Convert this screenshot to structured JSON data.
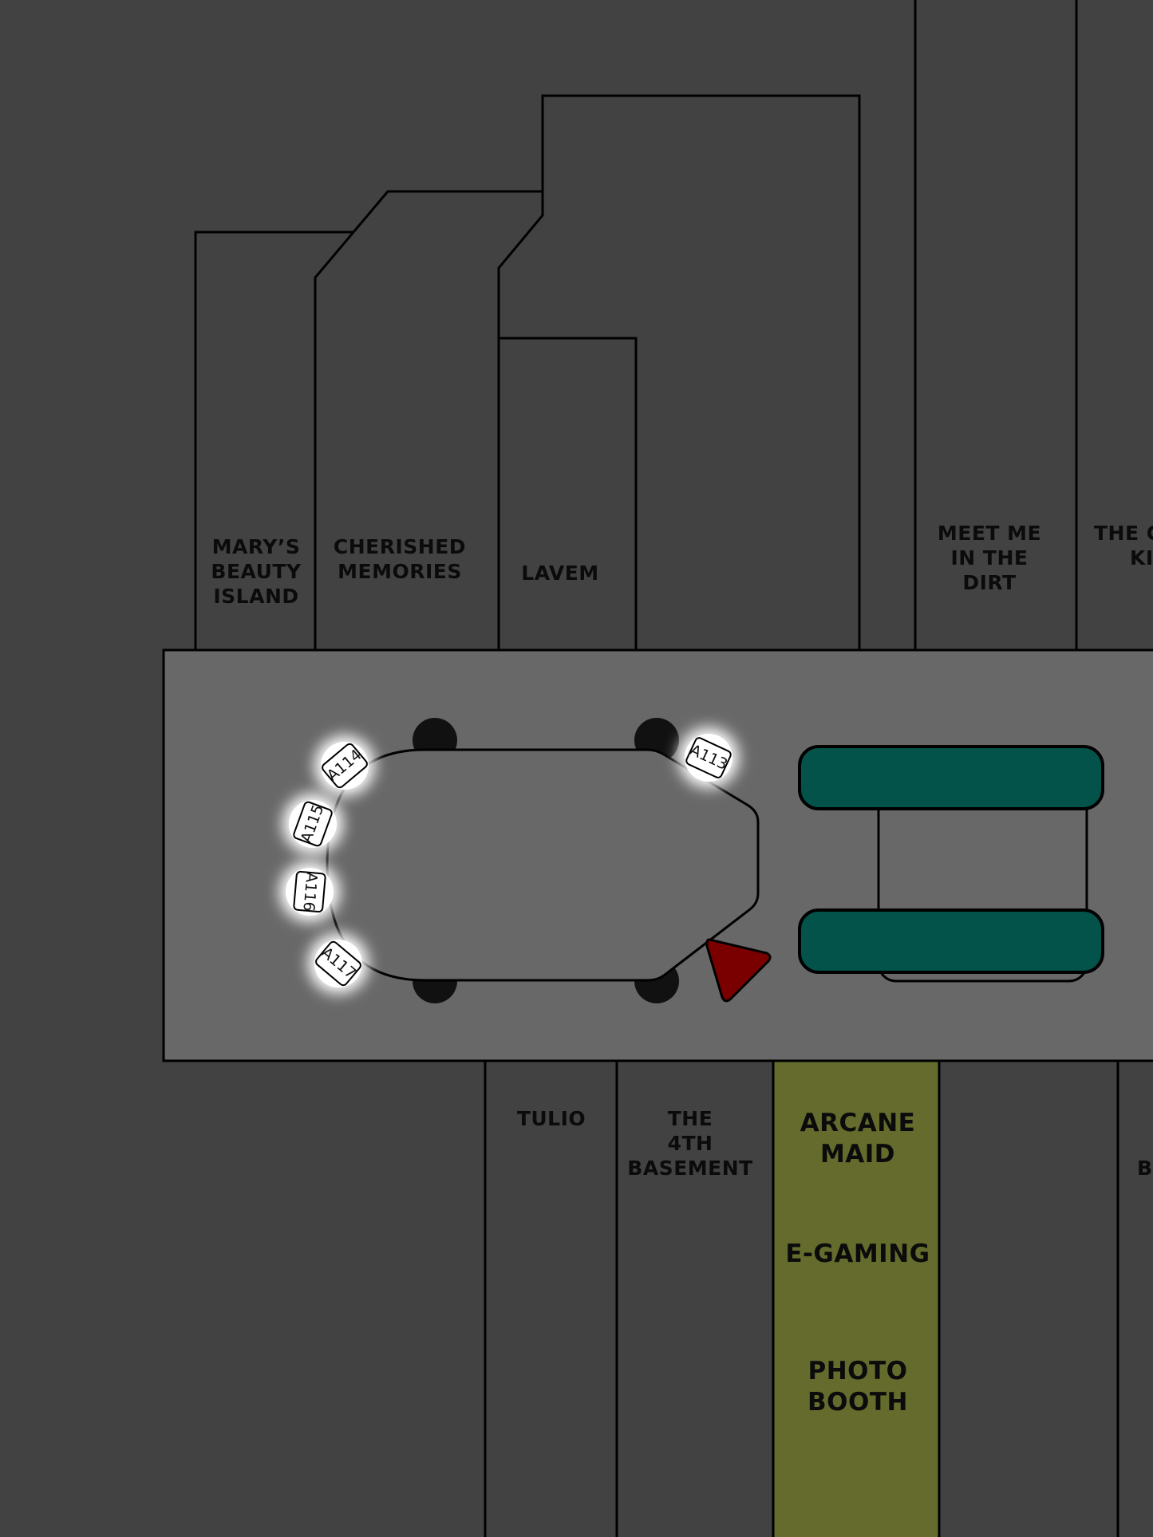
{
  "colors": {
    "background": "#424242",
    "aisle": "#686868",
    "highlight_booth": "#646b2d",
    "bench": "#03534a",
    "marker": "#7a0000",
    "seat_glow": "#ffffff"
  },
  "booths_top": [
    {
      "id": "marys",
      "lines": [
        "MARY’S",
        "BEAUTY",
        "ISLAND"
      ]
    },
    {
      "id": "cherished",
      "lines": [
        "CHERISHED",
        "MEMORIES"
      ]
    },
    {
      "id": "lavem",
      "lines": [
        "LAVEM"
      ]
    },
    {
      "id": "meetme",
      "lines": [
        "MEET ME",
        "IN THE",
        "DIRT"
      ]
    },
    {
      "id": "clipped-right",
      "lines": [
        "THE C",
        "KI"
      ]
    }
  ],
  "booths_bottom": [
    {
      "id": "tulio",
      "lines": [
        "TULIO"
      ]
    },
    {
      "id": "basement",
      "lines": [
        "THE",
        "4TH",
        "BASEMENT"
      ]
    },
    {
      "id": "clipped-b",
      "lines": [
        "B"
      ]
    }
  ],
  "highlight_booth": {
    "groups": [
      {
        "id": "arcane",
        "lines": [
          "ARCANE",
          "MAID"
        ]
      },
      {
        "id": "egaming",
        "lines": [
          "E-GAMING"
        ]
      },
      {
        "id": "photo",
        "lines": [
          "PHOTO",
          "BOOTH"
        ]
      }
    ]
  },
  "table_seats": [
    "A113",
    "A114",
    "A115",
    "A116",
    "A117"
  ],
  "icons": {
    "marker": "triangle-marker-icon"
  }
}
